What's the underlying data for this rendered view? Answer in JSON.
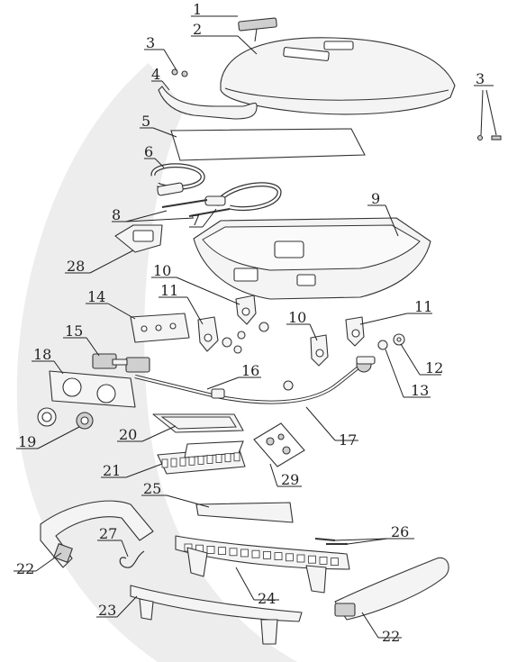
{
  "labels": [
    {
      "id": "l1",
      "text": "1"
    },
    {
      "id": "l2",
      "text": "2"
    },
    {
      "id": "l3a",
      "text": "3"
    },
    {
      "id": "l3b",
      "text": "3"
    },
    {
      "id": "l4",
      "text": "4"
    },
    {
      "id": "l5",
      "text": "5"
    },
    {
      "id": "l6",
      "text": "6"
    },
    {
      "id": "l7",
      "text": "7"
    },
    {
      "id": "l8",
      "text": "8"
    },
    {
      "id": "l9",
      "text": "9"
    },
    {
      "id": "l10a",
      "text": "10"
    },
    {
      "id": "l10b",
      "text": "10"
    },
    {
      "id": "l11a",
      "text": "11"
    },
    {
      "id": "l11b",
      "text": "11"
    },
    {
      "id": "l12",
      "text": "12"
    },
    {
      "id": "l13",
      "text": "13"
    },
    {
      "id": "l14",
      "text": "14"
    },
    {
      "id": "l15",
      "text": "15"
    },
    {
      "id": "l16",
      "text": "16"
    },
    {
      "id": "l17",
      "text": "17"
    },
    {
      "id": "l18",
      "text": "18"
    },
    {
      "id": "l19",
      "text": "19"
    },
    {
      "id": "l20",
      "text": "20"
    },
    {
      "id": "l21",
      "text": "21"
    },
    {
      "id": "l22a",
      "text": "22"
    },
    {
      "id": "l22b",
      "text": "22"
    },
    {
      "id": "l23",
      "text": "23"
    },
    {
      "id": "l24",
      "text": "24"
    },
    {
      "id": "l25",
      "text": "25"
    },
    {
      "id": "l26",
      "text": "26"
    },
    {
      "id": "l27",
      "text": "27"
    },
    {
      "id": "l28",
      "text": "28"
    },
    {
      "id": "l29",
      "text": "29"
    }
  ],
  "colors": {
    "background": "#ffffff",
    "swoosh": "#eeeeee",
    "line": "#333333"
  }
}
